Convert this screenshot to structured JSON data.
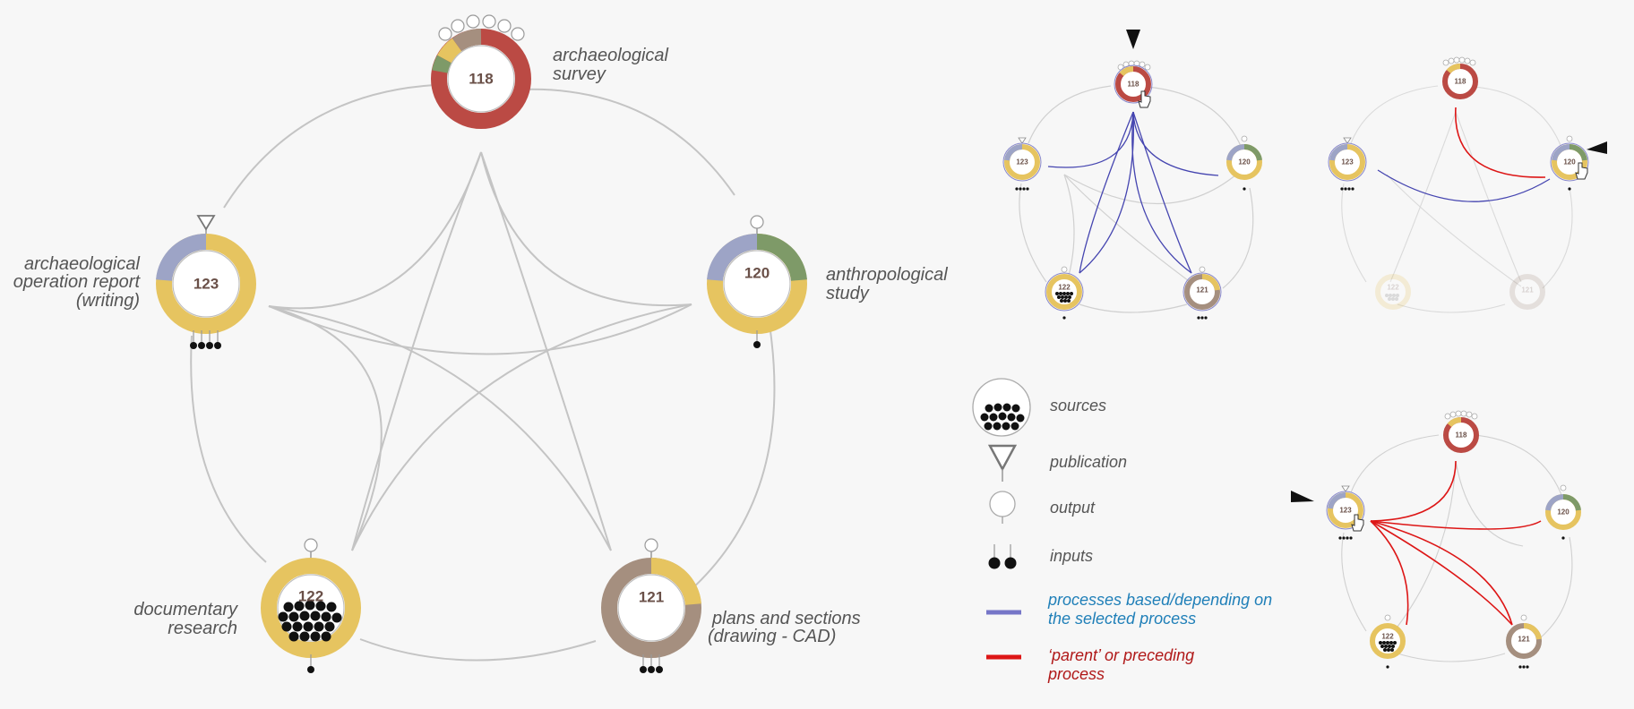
{
  "colors": {
    "survey": "#bb4a44",
    "report": "#e6c460",
    "drawing": "#a58f7f",
    "anthro": "#7e9a68",
    "lavender": "#9da4c6",
    "edge_gray": "#c4c4c4",
    "edge_blue": "#4545b0",
    "edge_red": "#dd1616",
    "legend_blue": "#7676c8",
    "legend_red": "#dd1616"
  },
  "main": {
    "nodes": [
      {
        "id": "118",
        "label_lines": [
          "archaeological",
          "survey"
        ]
      },
      {
        "id": "123",
        "label_lines": [
          "archaeological",
          "operation report",
          "(writing)"
        ]
      },
      {
        "id": "120",
        "label_lines": [
          "anthropological",
          "study"
        ]
      },
      {
        "id": "122",
        "label_lines": [
          "documentary",
          "research"
        ]
      },
      {
        "id": "121",
        "label_lines": [
          "plans and sections",
          "(drawing - CAD)"
        ]
      }
    ]
  },
  "legend": {
    "sources": "sources",
    "publication": "publication",
    "output": "output",
    "inputs": "inputs",
    "blue_lines": [
      "processes based/depending on",
      "the selected process"
    ],
    "red_lines": [
      "‘parent’ or preceding",
      "process"
    ]
  },
  "icons": {
    "cursor": "hand-pointer-icon",
    "selector": "selection-arrow-icon",
    "publication": "triangle-publication-icon",
    "output": "output-pin-icon",
    "inputs": "input-dots-icon",
    "sources": "sources-dots-icon"
  }
}
